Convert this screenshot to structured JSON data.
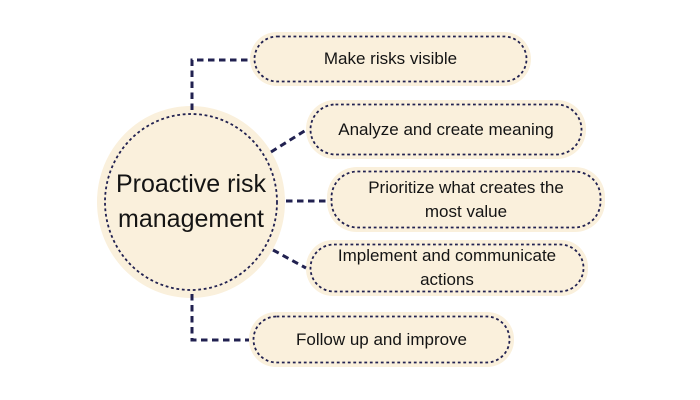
{
  "diagram": {
    "title": "Proactive risk management",
    "center": {
      "label": "Proactive risk management"
    },
    "branches": [
      {
        "label": "Make risks visible"
      },
      {
        "label": "Analyze and create meaning"
      },
      {
        "label": "Prioritize what creates the most value"
      },
      {
        "label": "Implement and communicate actions"
      },
      {
        "label": "Follow up and improve"
      }
    ],
    "colors": {
      "background": "#ffffff",
      "shape_fill": "#faf0dc",
      "line": "#212150",
      "text": "#141414"
    }
  }
}
